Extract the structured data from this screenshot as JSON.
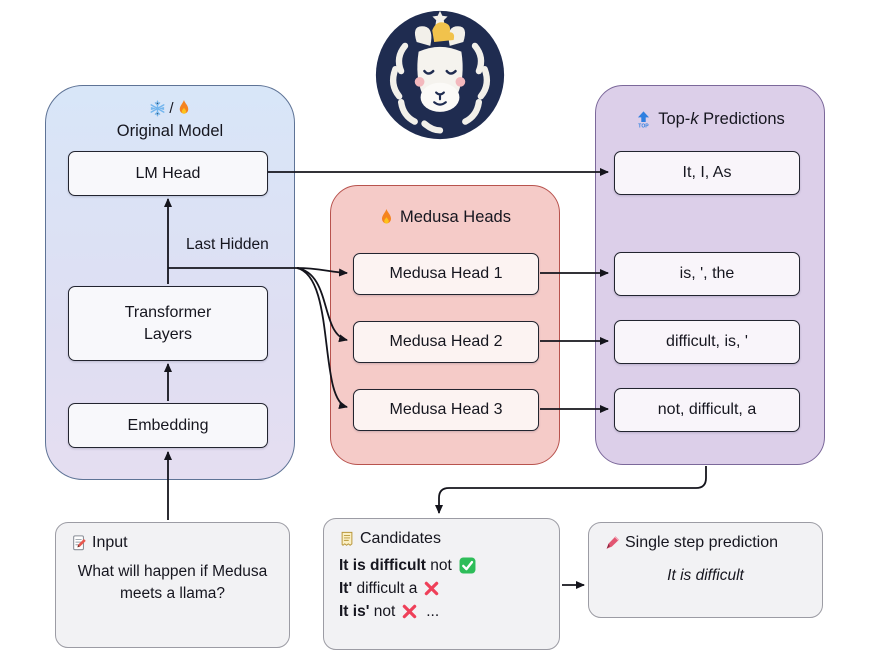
{
  "original_model": {
    "title": "Original Model",
    "freeze_slash_fire": "/",
    "nodes": {
      "lm_head": "LM Head",
      "transformer_layers": "Transformer Layers",
      "embedding": "Embedding"
    }
  },
  "arrow_labels": {
    "last_hidden": "Last Hidden"
  },
  "medusa": {
    "title": "Medusa Heads",
    "heads": [
      "Medusa Head 1",
      "Medusa Head 2",
      "Medusa Head 3"
    ]
  },
  "predictions": {
    "title_prefix": "Top-",
    "title_k": "k",
    "title_suffix": " Predictions",
    "items": [
      "It, I, As",
      "is, ', the",
      "difficult, is, '",
      "not, difficult, a"
    ]
  },
  "input_box": {
    "title": "Input",
    "text": "What will happen if Medusa meets a llama?"
  },
  "candidates": {
    "title": "Candidates",
    "rows": [
      {
        "bold": "It is difficult",
        "rest": " not",
        "status": "accepted"
      },
      {
        "bold": "It'",
        "rest": " difficult a",
        "status": "rejected"
      },
      {
        "bold": "It is'",
        "rest": " not",
        "status": "rejected"
      }
    ],
    "ellipsis": "..."
  },
  "single_step": {
    "title": "Single step prediction",
    "result": "It is difficult"
  },
  "icons": {
    "snowflake": "frozen-model",
    "flame": "trainable",
    "top_k": "top-k-arrow",
    "input": "memo-document",
    "candidates": "scroll-list",
    "single_step": "pen",
    "accepted": "green-check",
    "rejected": "red-cross",
    "logo": "llama-mascot"
  }
}
